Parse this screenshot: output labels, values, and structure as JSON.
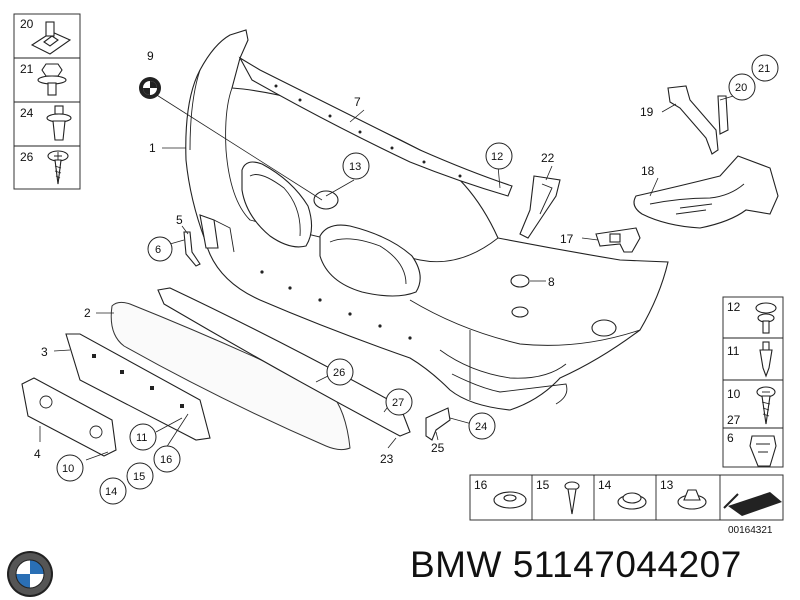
{
  "caption": "BMW 51147044207",
  "diagram_code": "00164321",
  "logo_icon": "bmw-roundel-icon",
  "callouts": [
    "1",
    "2",
    "3",
    "4",
    "5",
    "6",
    "7",
    "8",
    "9",
    "10",
    "11",
    "12",
    "13",
    "14",
    "15",
    "16",
    "17",
    "18",
    "19",
    "20",
    "21",
    "22",
    "23",
    "24",
    "25",
    "26",
    "27"
  ],
  "left_legend": [
    "20",
    "21",
    "24",
    "26"
  ],
  "right_legend": [
    "12",
    "11",
    "10",
    "27",
    "6"
  ],
  "bottom_legend": [
    "16",
    "15",
    "14",
    "13"
  ],
  "colors": {
    "line": "#222222",
    "background": "#ffffff"
  }
}
